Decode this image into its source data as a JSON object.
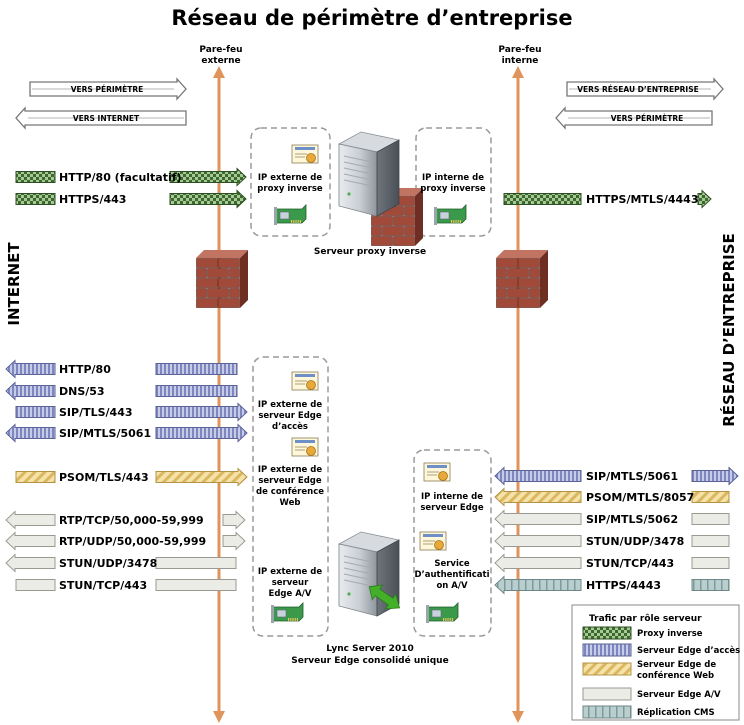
{
  "title": "Réseau de périmètre d’entreprise",
  "firewalls": {
    "external": [
      "Pare-feu",
      "externe"
    ],
    "internal": [
      "Pare-feu",
      "interne"
    ]
  },
  "side_labels": {
    "left": "INTERNET",
    "right": "RÉSEAU D’ENTREPRISE"
  },
  "direction_arrows": {
    "to_perimeter_left": "VERS PÉRIMÈTRE",
    "to_internet": "VERS INTERNET",
    "to_enterprise": "VERS RÉSEAU D’ENTREPRISE",
    "to_perimeter_right": "VERS PÉRIMÈTRE"
  },
  "reverse_proxy": {
    "caption": "Serveur proxy inverse",
    "external_ip": [
      "IP externe de",
      "proxy inverse"
    ],
    "internal_ip": [
      "IP interne de",
      "proxy inverse"
    ]
  },
  "edge_server": {
    "caption": [
      "Lync Server 2010",
      "Serveur Edge consolidé unique"
    ],
    "access_ip": [
      "IP externe de",
      "serveur Edge",
      "d’accès"
    ],
    "webconf_ip": [
      "IP externe de",
      "serveur Edge",
      "de conférence",
      "Web"
    ],
    "av_ip": [
      "IP externe de",
      "serveur",
      "Edge A/V"
    ],
    "internal_ip": [
      "IP interne de",
      "serveur Edge"
    ],
    "av_auth": [
      "Service",
      "D’authentificati",
      "on A/V"
    ]
  },
  "flows_left": [
    {
      "label": "HTTP/80 (facultatif)",
      "role": "proxy"
    },
    {
      "label": "HTTPS/443",
      "role": "proxy"
    },
    {
      "label": "HTTP/80",
      "role": "access"
    },
    {
      "label": "DNS/53",
      "role": "access"
    },
    {
      "label": "SIP/TLS/443",
      "role": "access"
    },
    {
      "label": "SIP/MTLS/5061",
      "role": "access"
    },
    {
      "label": "PSOM/TLS/443",
      "role": "webconf"
    },
    {
      "label": "RTP/TCP/50,000-59,999",
      "role": "av"
    },
    {
      "label": "RTP/UDP/50,000-59,999",
      "role": "av"
    },
    {
      "label": "STUN/UDP/3478",
      "role": "av"
    },
    {
      "label": "STUN/TCP/443",
      "role": "av"
    }
  ],
  "flows_right": [
    {
      "label": "HTTPS/MTLS/4443",
      "role": "proxy"
    },
    {
      "label": "SIP/MTLS/5061",
      "role": "access"
    },
    {
      "label": "PSOM/MTLS/8057",
      "role": "webconf"
    },
    {
      "label": "SIP/MTLS/5062",
      "role": "av"
    },
    {
      "label": "STUN/UDP/3478",
      "role": "av"
    },
    {
      "label": "STUN/TCP/443",
      "role": "av"
    },
    {
      "label": "HTTPS/4443",
      "role": "cms"
    }
  ],
  "legend": {
    "title": "Trafic par rôle serveur",
    "items": [
      {
        "role": "proxy",
        "label": [
          "Proxy inverse"
        ]
      },
      {
        "role": "access",
        "label": [
          "Serveur Edge d’accès"
        ]
      },
      {
        "role": "webconf",
        "label": [
          "Serveur Edge de",
          "conférence Web"
        ]
      },
      {
        "role": "av",
        "label": [
          "Serveur Edge A/V"
        ]
      },
      {
        "role": "cms",
        "label": [
          "Réplication CMS"
        ]
      }
    ]
  },
  "colors": {
    "firewall_line": "#e0935a",
    "dashed_border": "#9a9a9a",
    "proxy": "#4f7a3b",
    "access": "#8b93c4",
    "webconf": "#e8c870",
    "av": "#e8e8e1",
    "cms": "#a9c0c0",
    "brick": "#a14a3a"
  }
}
